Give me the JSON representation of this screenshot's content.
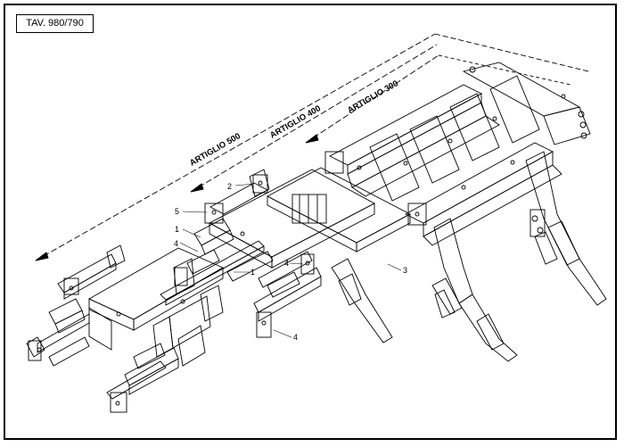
{
  "drawing": {
    "table_label": "TAV. 980/790",
    "dimensions": [
      {
        "label": "ARTIGLIO 500"
      },
      {
        "label": "ARTIGLIO 400"
      },
      {
        "label": "ARTIGLIO 300"
      }
    ],
    "part_numbers": [
      "2",
      "5",
      "1",
      "4",
      "1",
      "4",
      "3",
      "4"
    ]
  }
}
